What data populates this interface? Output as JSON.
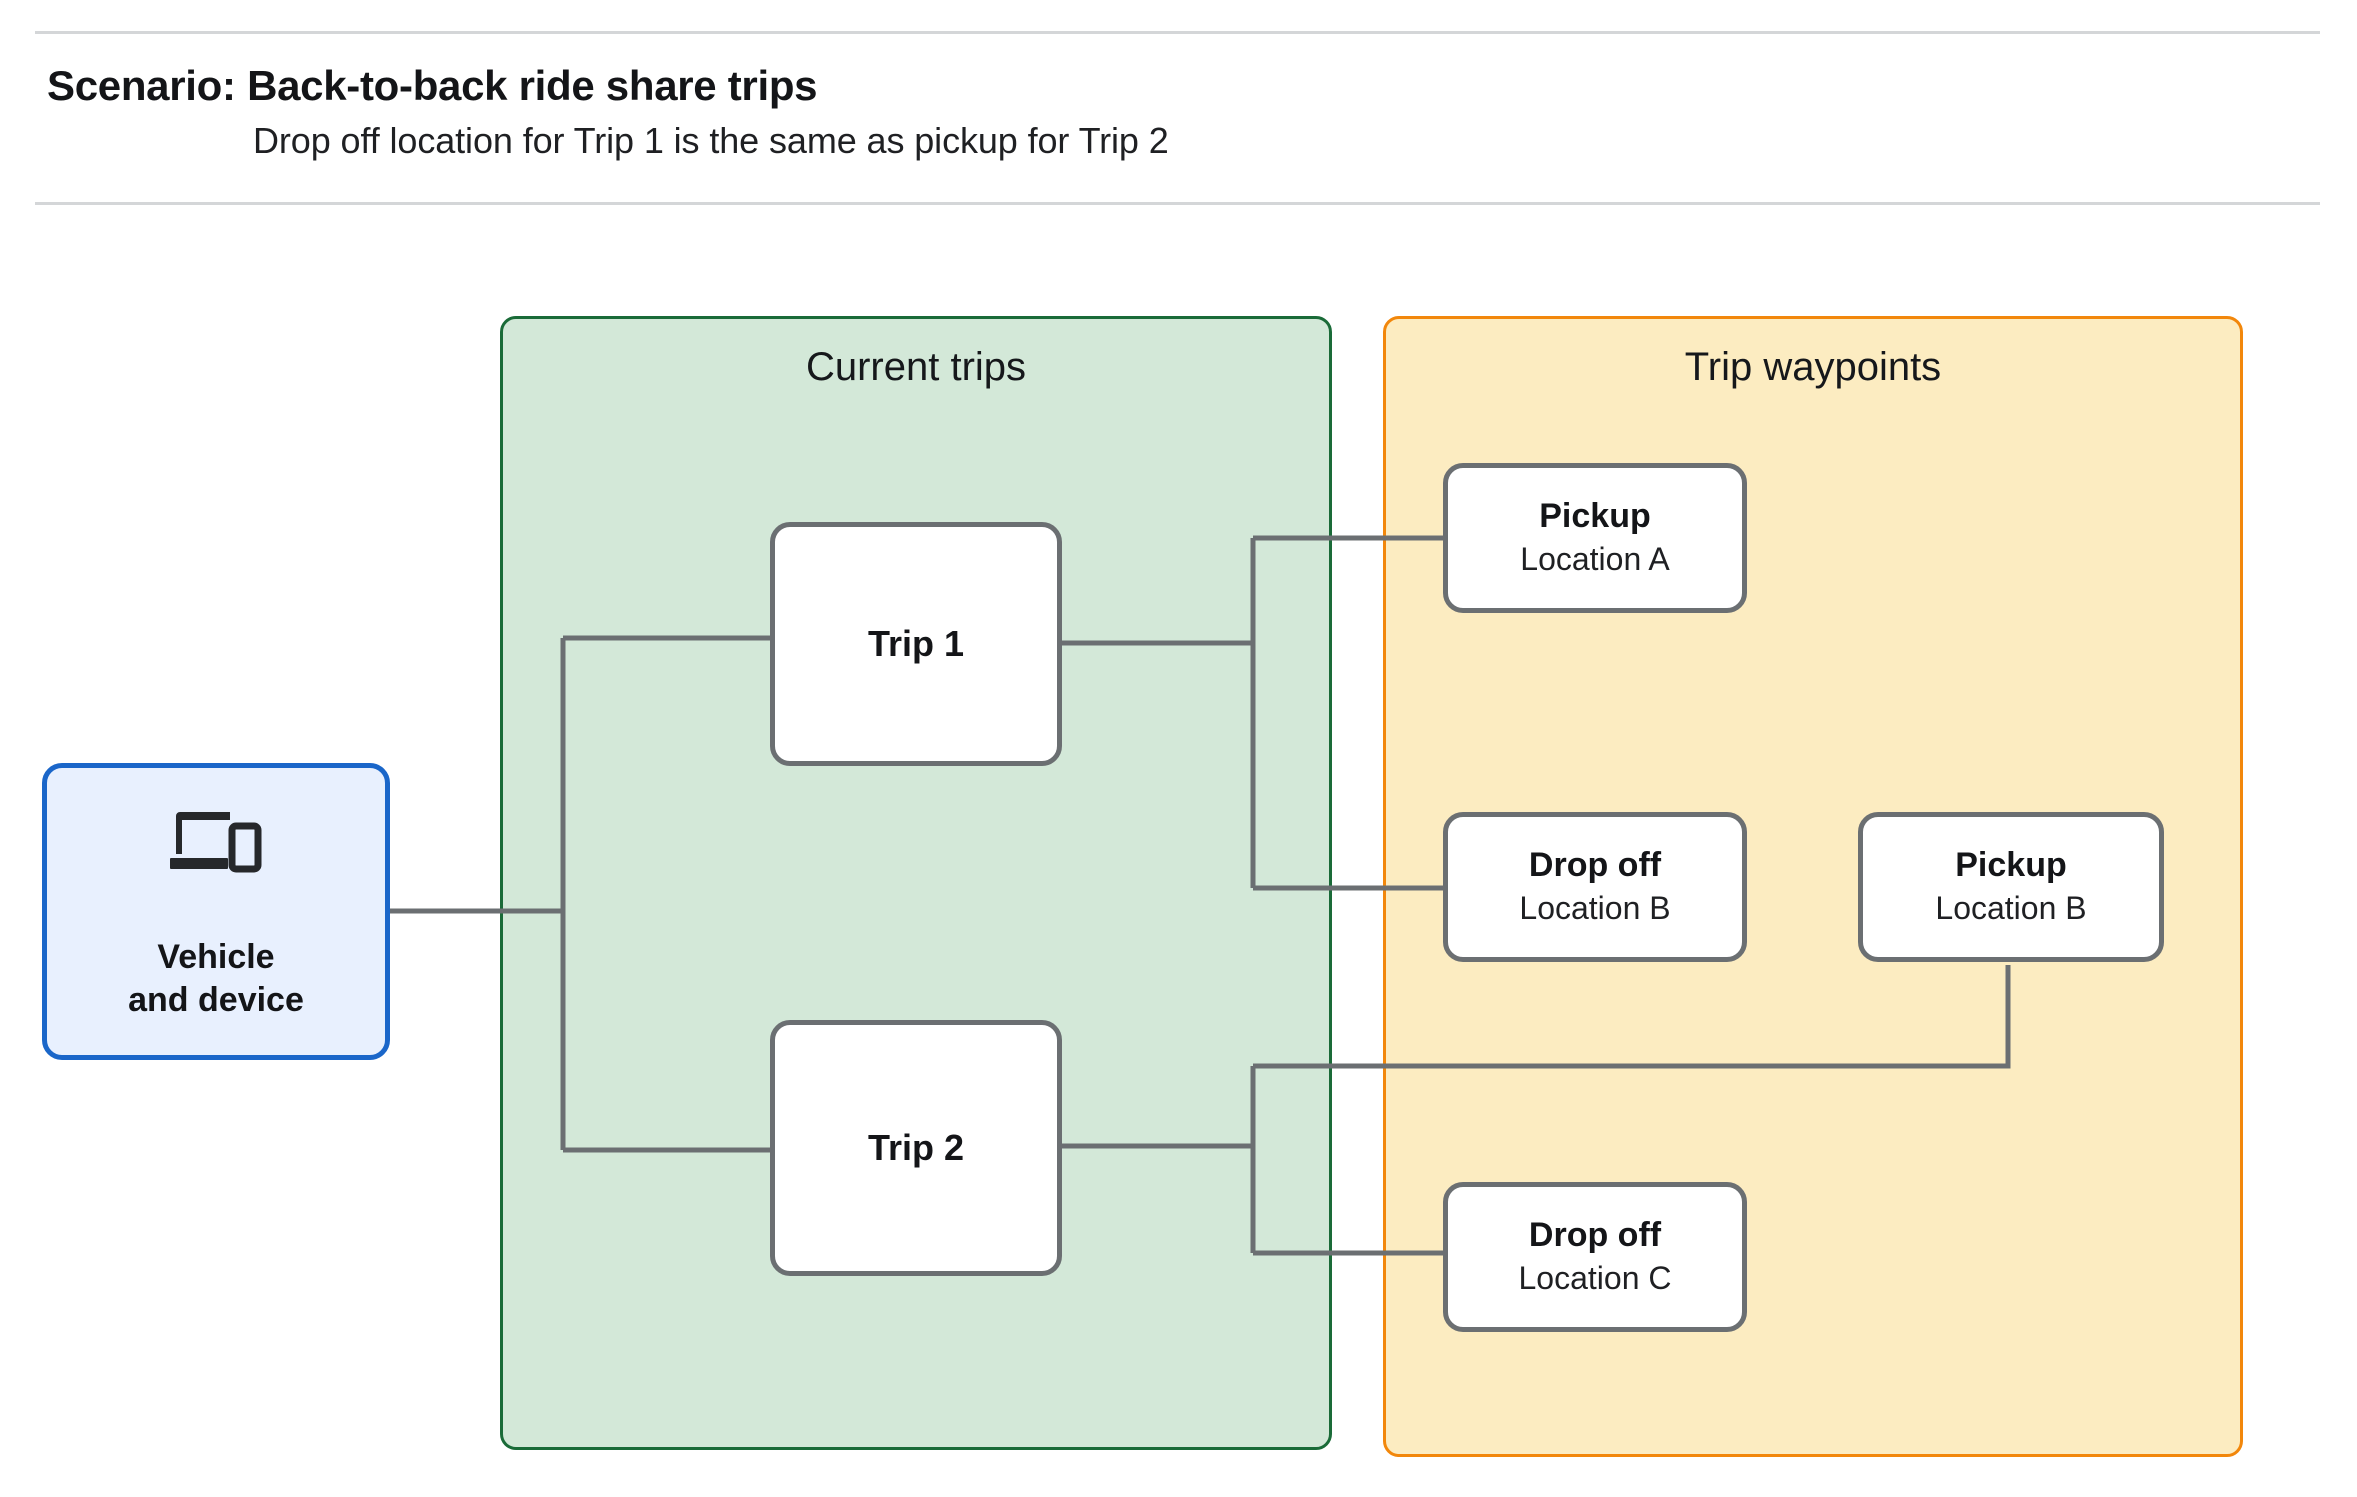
{
  "header": {
    "title": "Scenario: Back-to-back ride share trips",
    "subtitle": "Drop off  location for Trip 1 is the same as pickup for Trip 2"
  },
  "colors": {
    "current_trips_fill": "#d3e8d8",
    "current_trips_border": "#1a6b38",
    "trip_waypoints_fill": "#fcecc1",
    "trip_waypoints_border": "#f2870b",
    "vehicle_fill": "#e8f0fe",
    "vehicle_border": "#1a66c9",
    "node_border": "#6b6f72",
    "connector": "#6b6f72",
    "rule": "#d4d6d8"
  },
  "vehicle": {
    "icon": "devices-icon",
    "label": "Vehicle\nand device"
  },
  "panels": [
    {
      "id": "current-trips",
      "title": "Current trips",
      "nodes": [
        {
          "id": "trip-1",
          "title": "Trip 1"
        },
        {
          "id": "trip-2",
          "title": "Trip 2"
        }
      ]
    },
    {
      "id": "trip-waypoints",
      "title": "Trip waypoints",
      "nodes": [
        {
          "id": "pickup-a",
          "title": "Pickup",
          "location": "Location A"
        },
        {
          "id": "dropoff-b",
          "title": "Drop off",
          "location": "Location B"
        },
        {
          "id": "pickup-b",
          "title": "Pickup",
          "location": "Location B"
        },
        {
          "id": "dropoff-c",
          "title": "Drop off",
          "location": "Location C"
        }
      ]
    }
  ],
  "connections": [
    {
      "from": "vehicle-and-device",
      "to": "trip-1"
    },
    {
      "from": "vehicle-and-device",
      "to": "trip-2"
    },
    {
      "from": "trip-1",
      "to": "pickup-a"
    },
    {
      "from": "trip-1",
      "to": "dropoff-b"
    },
    {
      "from": "trip-2",
      "to": "pickup-b"
    },
    {
      "from": "trip-2",
      "to": "dropoff-c"
    }
  ]
}
